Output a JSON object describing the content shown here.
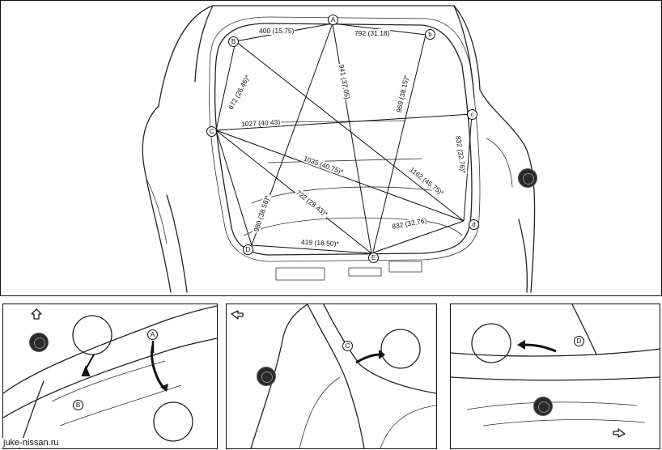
{
  "diagram": {
    "measurements": [
      {
        "id": "a-b-left",
        "text": "400 (15.75)"
      },
      {
        "id": "a-b-right",
        "text": "792 (31.18)"
      },
      {
        "id": "b-c",
        "text": "672 (26.46)*"
      },
      {
        "id": "a-e",
        "text": "941 (37.05)"
      },
      {
        "id": "b-d",
        "text": "969 (38.15)*"
      },
      {
        "id": "c-c",
        "text": "1027 (40.43)"
      },
      {
        "id": "c-d-right",
        "text": "832 (32.76)*"
      },
      {
        "id": "c-d-diag",
        "text": "1035 (40.75)*"
      },
      {
        "id": "b-d-diag",
        "text": "1162 (45.75)*"
      },
      {
        "id": "c-e",
        "text": "722 (28.43)*"
      },
      {
        "id": "d-left",
        "text": "980 (38.58)*"
      },
      {
        "id": "e-d",
        "text": "832 (32.76)"
      },
      {
        "id": "d-e",
        "text": "419 (16.50)*"
      }
    ],
    "points": {
      "A_top": "A",
      "B_left": "B",
      "b_right": "b",
      "C_left": "C",
      "c_right": "c",
      "D_left": "D",
      "d_right": "d",
      "E_bottom": "E",
      "A_detail": "A",
      "B_detail": "B",
      "C_detail": "C",
      "D_detail": "D"
    }
  },
  "watermark": "juke-nissan.ru"
}
